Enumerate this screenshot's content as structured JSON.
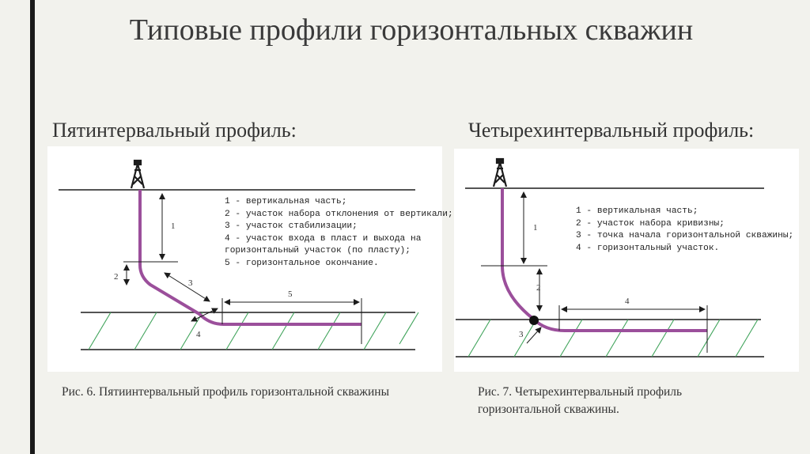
{
  "title": "Типовые профили горизонтальных скважин",
  "left": {
    "subtitle": "Пятинтервальный профиль:",
    "legend": [
      "1 - вертикальная часть;",
      "2 - участок набора отклонения от вертикали;",
      "3 - участок стабилизации;",
      "4 - участок входа в пласт и выхода на",
      "горизонтальный участок (по пласту);",
      "5 - горизонтальное окончание."
    ],
    "labels": [
      "1",
      "2",
      "3",
      "4",
      "5"
    ],
    "caption": "Рис. 6. Пятиинтервальный профиль горизонтальной скважины"
  },
  "right": {
    "subtitle": "Четырехинтервальный профиль:",
    "legend": [
      "1 - вертикальная часть;",
      "2 - участок набора кривизны;",
      "3 - точка начала горизонтальной скважины;",
      "4 - горизонтальный участок."
    ],
    "labels": [
      "1",
      "2",
      "3",
      "4"
    ],
    "caption": "Рис. 7. Четырехинтервальный профиль горизонтальной скважины."
  },
  "colors": {
    "well": "#9b4f9b",
    "hatch": "#3fa35a",
    "line": "#1c1c1c"
  }
}
